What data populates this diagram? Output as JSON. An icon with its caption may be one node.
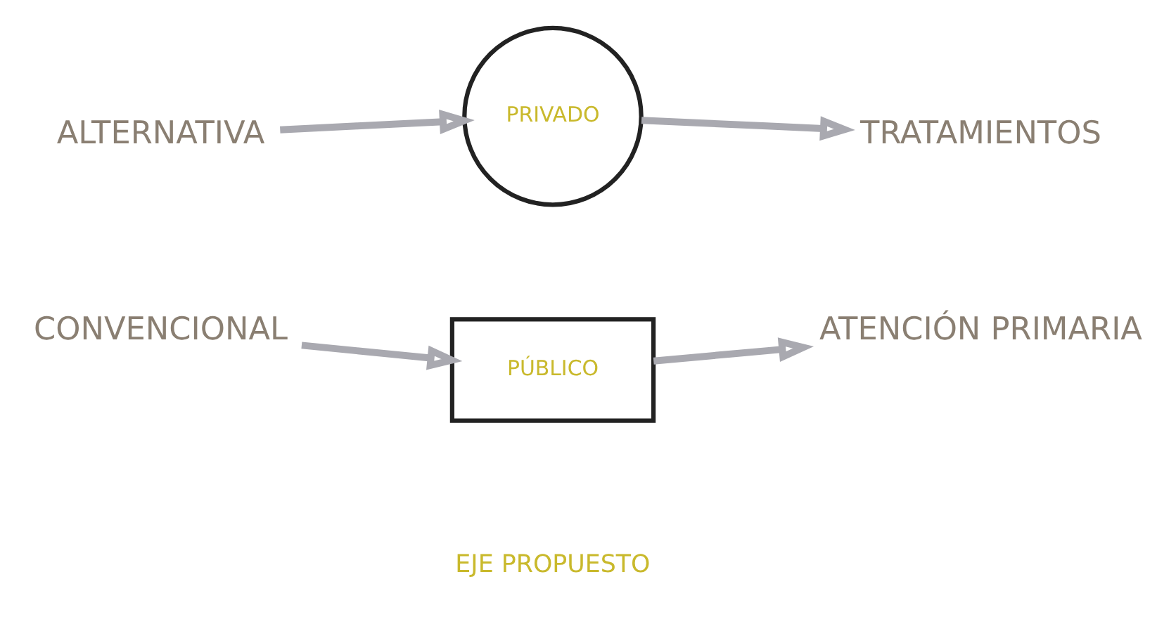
{
  "diagram": {
    "nodes": [
      {
        "text": [
          "ALTERNATIVA"
        ]
      },
      {
        "text": [
          "PRIVADO"
        ]
      },
      {
        "text": [
          "TRATAMIENTOS"
        ]
      },
      {
        "text": [
          "CONVENCIONAL"
        ]
      },
      {
        "text": [
          "PÚBLICO"
        ]
      },
      {
        "text": [
          "ATENCIÓN PRIMARIA"
        ]
      }
    ],
    "edges": [
      {
        "from": 0,
        "to": 1,
        "arrow": "to"
      },
      {
        "from": 1,
        "to": 2,
        "arrow": "to"
      },
      {
        "from": 3,
        "to": 4,
        "arrow": "to"
      },
      {
        "from": 4,
        "to": 5,
        "arrow": "to"
      }
    ],
    "labels": [
      "EJE PROPUESTO"
    ]
  }
}
